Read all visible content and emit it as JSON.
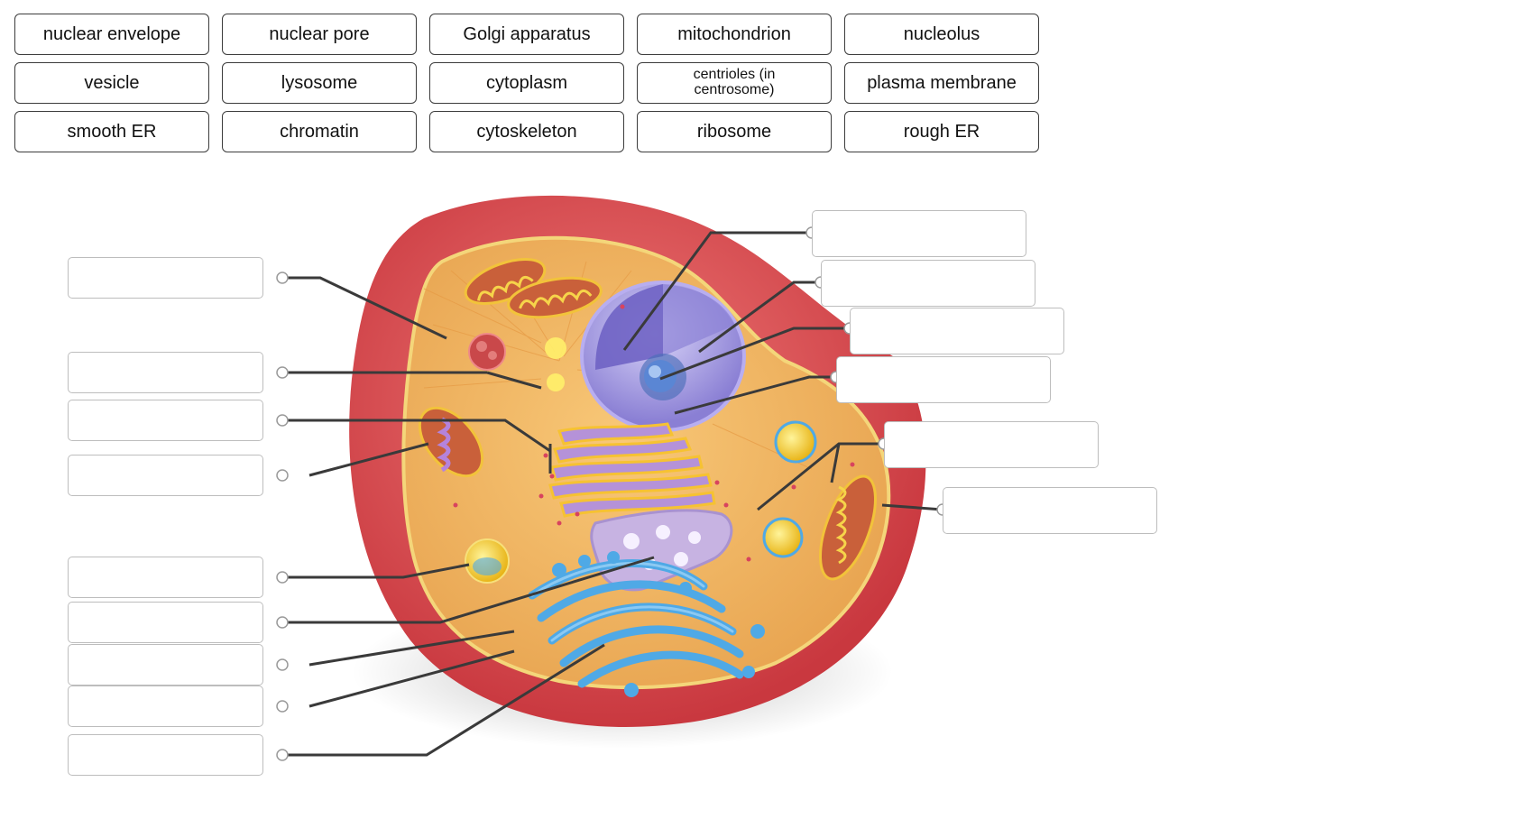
{
  "label_bank": [
    "nuclear envelope",
    "nuclear pore",
    "Golgi apparatus",
    "mitochondrion",
    "nucleolus",
    "vesicle",
    "lysosome",
    "cytoplasm",
    "centrioles (in centrosome)",
    "plasma membrane",
    "smooth ER",
    "chromatin",
    "cytoskeleton",
    "ribosome",
    "rough ER"
  ],
  "drop_zones": {
    "left_count": 9,
    "right_count": 6,
    "filled": []
  },
  "colors": {
    "cell_membrane": "#d94b4f",
    "cytoplasm": "#f1b35c",
    "nucleus": "#9b8fe0",
    "golgi": "#4fa9e6",
    "rough_er": "#b592d8",
    "leader_line": "#3a3a3a"
  }
}
